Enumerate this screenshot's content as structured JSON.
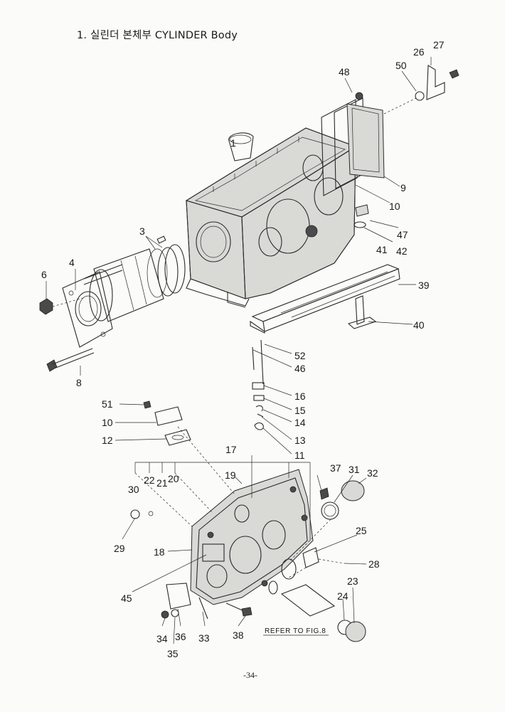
{
  "header": {
    "title": "1. 실린더 본체부 CYLINDER Body"
  },
  "footer": {
    "page_number": "-34-"
  },
  "reference": {
    "label": "REFER TO FIG.8"
  },
  "callouts": [
    "1",
    "3",
    "4",
    "6",
    "8",
    "9",
    "10",
    "10",
    "11",
    "12",
    "13",
    "14",
    "15",
    "16",
    "17",
    "18",
    "19",
    "20",
    "21",
    "22",
    "23",
    "24",
    "25",
    "26",
    "27",
    "28",
    "29",
    "30",
    "31",
    "32",
    "33",
    "34",
    "35",
    "36",
    "37",
    "38",
    "39",
    "40",
    "41",
    "42",
    "45",
    "46",
    "47",
    "48",
    "50",
    "51",
    "52"
  ]
}
